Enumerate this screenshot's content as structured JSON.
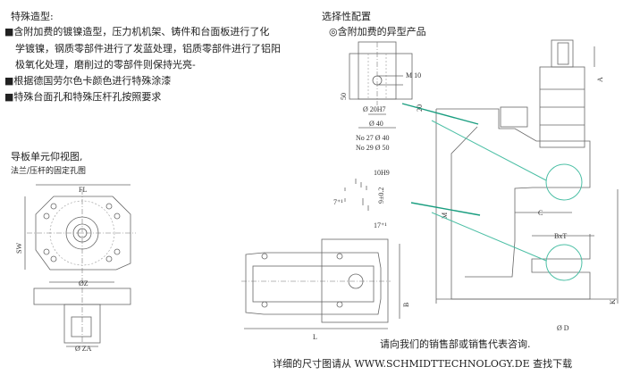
{
  "special": {
    "title": "特殊造型:",
    "bullets": [
      "■含附加费的镀镍造型，压力机机架、铸件和台面板进行了化",
      "学镀镍，钢质零部件进行了发蓝处理，铝质零部件进行了铝阳",
      "极氧化处理，磨削过的零部件则保持光亮-",
      "■根据德国劳尔色卡颜色进行特殊涂漆",
      "■特殊台面孔和特殊压杆孔按照要求"
    ]
  },
  "options": {
    "title": "选择性配置",
    "item": "◎含附加费的异型产品"
  },
  "bottom_view": {
    "title": "导板单元仰视图,",
    "subtitle": "法兰/压杆的固定孔图"
  },
  "labels": {
    "m10": "M 10",
    "d50": "50",
    "d20h7": "Ø 20H7",
    "d40": "Ø 40",
    "no27": "No 27 Ø 40",
    "no29": "No 29 Ø 50",
    "d20": "20",
    "a": "A",
    "h10": "10H9",
    "h9": "9±0.2",
    "h7": "7⁺¹",
    "h17": "17⁺¹",
    "fl": "FL",
    "sw": "SW",
    "oz": "ØZ",
    "oza": "Ø ZA",
    "l": "L",
    "b": "B",
    "m": "M",
    "c": "C",
    "bxt": "BxT",
    "k": "K",
    "od": "Ø D"
  },
  "footer": {
    "contact": "请向我们的销售部或销售代表咨询.",
    "download": "详细的尺寸图请从 WWW.SCHMIDTTECHNOLOGY.DE 查找下载"
  }
}
